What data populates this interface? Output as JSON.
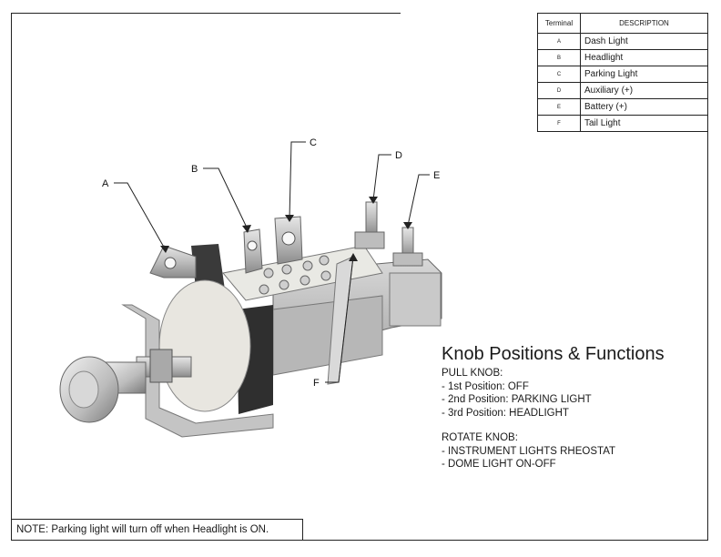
{
  "table": {
    "header_terminal": "Terminal",
    "header_description": "DESCRIPTION",
    "rows": [
      {
        "terminal": "A",
        "description": "Dash Light"
      },
      {
        "terminal": "B",
        "description": "Headlight"
      },
      {
        "terminal": "C",
        "description": "Parking Light"
      },
      {
        "terminal": "D",
        "description": "Auxiliary (+)"
      },
      {
        "terminal": "E",
        "description": "Battery (+)"
      },
      {
        "terminal": "F",
        "description": "Tail Light"
      }
    ]
  },
  "callouts": {
    "a": "A",
    "b": "B",
    "c": "C",
    "d": "D",
    "e": "E",
    "f": "F"
  },
  "functions": {
    "title": "Knob Positions & Functions",
    "pull_heading": "PULL KNOB:",
    "pull_items": [
      "- 1st Position: OFF",
      "- 2nd Position: PARKING LIGHT",
      "- 3rd Position: HEADLIGHT"
    ],
    "rotate_heading": "ROTATE KNOB:",
    "rotate_items": [
      "- INSTRUMENT LIGHTS RHEOSTAT",
      "- DOME LIGHT ON-OFF"
    ]
  },
  "note": "NOTE: Parking light will turn off when Headlight is ON."
}
